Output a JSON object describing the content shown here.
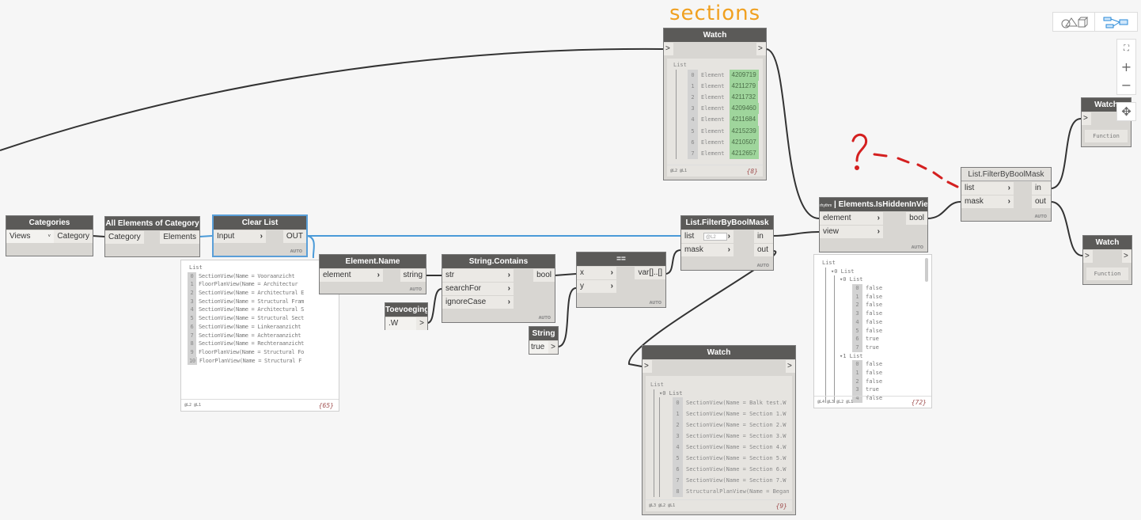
{
  "annotations": {
    "sections": "sections",
    "question": "?"
  },
  "nodes": {
    "categories": {
      "title": "Categories",
      "value": "Views",
      "output": "Category"
    },
    "all_elements": {
      "title": "All Elements of Category",
      "input": "Category",
      "output": "Elements"
    },
    "clear_list": {
      "title": "Clear List",
      "input": "Input",
      "output": "OUT",
      "auto": "AUTO",
      "preview": {
        "header": "List",
        "items": [
          "SectionView(Name = Vooraanzicht",
          "FloorPlanView(Name = Architectur",
          "SectionView(Name = Architectural E",
          "SectionView(Name = Structural Fram",
          "SectionView(Name = Architectural S",
          "SectionView(Name = Structural Sect",
          "SectionView(Name = Linkeraanzicht",
          "SectionView(Name = Achteraanzicht",
          "SectionView(Name = Rechteraanzicht",
          "FloorPlanView(Name = Structural Fo",
          "FloorPlanView(Name = Structural F"
        ],
        "levels": "@L2 @L1",
        "count": "{65}"
      }
    },
    "element_name": {
      "title": "Element.Name",
      "input": "element",
      "output": "string",
      "auto": "AUTO"
    },
    "toevoeging": {
      "title": "Toevoeging",
      "value": ".W",
      "output": ">"
    },
    "string_contains": {
      "title": "String.Contains",
      "inputs": [
        "str",
        "searchFor",
        "ignoreCase"
      ],
      "output": "bool",
      "auto": "AUTO"
    },
    "equals": {
      "title": "==",
      "inputs": [
        "x",
        "y"
      ],
      "output": "var[]..[]",
      "auto": "AUTO"
    },
    "string": {
      "title": "String",
      "value": "true",
      "output": ">"
    },
    "filter_mid": {
      "title": "List.FilterByBoolMask",
      "inputs": [
        "list",
        "mask"
      ],
      "lacing": "@L2",
      "outputs": [
        "in",
        "out"
      ],
      "auto": "AUTO"
    },
    "watch_top": {
      "title": "Watch",
      "in": ">",
      "out": ">",
      "header": "List",
      "index_labels": [
        "0",
        "1",
        "2",
        "3",
        "4",
        "5",
        "6",
        "7"
      ],
      "item_label": "Element",
      "values": [
        "4209719",
        "4211279",
        "4211732",
        "4209460",
        "4211684",
        "4215239",
        "4210507",
        "4212657"
      ],
      "levels": "@L2 @L1",
      "count": "{8}"
    },
    "watch_bottom": {
      "title": "Watch",
      "in": ">",
      "out": ">",
      "header": "List",
      "sub": "0 List",
      "items": [
        "SectionView(Name = Balk test.W",
        "SectionView(Name = Section 1.W",
        "SectionView(Name = Section 2.W",
        "SectionView(Name = Section 3.W",
        "SectionView(Name = Section 4.W",
        "SectionView(Name = Section 5.W",
        "SectionView(Name = Section 6.W",
        "SectionView(Name = Section 7.W",
        "StructuralPlanView(Name = Began"
      ],
      "levels": "@L3 @L2 @L1",
      "count": "{9}"
    },
    "is_hidden": {
      "badge": "rhythm",
      "title": "Elements.IsHiddenInView",
      "inputs": [
        "element",
        "view"
      ],
      "output": "bool",
      "auto": "AUTO",
      "preview": {
        "header": "List",
        "sub0": "0 List",
        "sub00": "0 List",
        "list0": [
          "false",
          "false",
          "false",
          "false",
          "false",
          "false",
          "true",
          "true"
        ],
        "sub01": "1 List",
        "list1": [
          "false",
          "false",
          "false",
          "true",
          "false"
        ],
        "levels": "@L4 @L3 @L2 @L1",
        "count": "{72}"
      }
    },
    "filter_right": {
      "title": "List.FilterByBoolMask",
      "inputs": [
        "list",
        "mask"
      ],
      "outputs": [
        "in",
        "out"
      ],
      "auto": "AUTO"
    },
    "watch_r1": {
      "title": "Watch",
      "in": ">",
      "value": "Function"
    },
    "watch_r2": {
      "title": "Watch",
      "in": ">",
      "out": ">",
      "value": "Function"
    }
  },
  "toolbar": {
    "zoom_in": "+",
    "zoom_out": "−"
  }
}
